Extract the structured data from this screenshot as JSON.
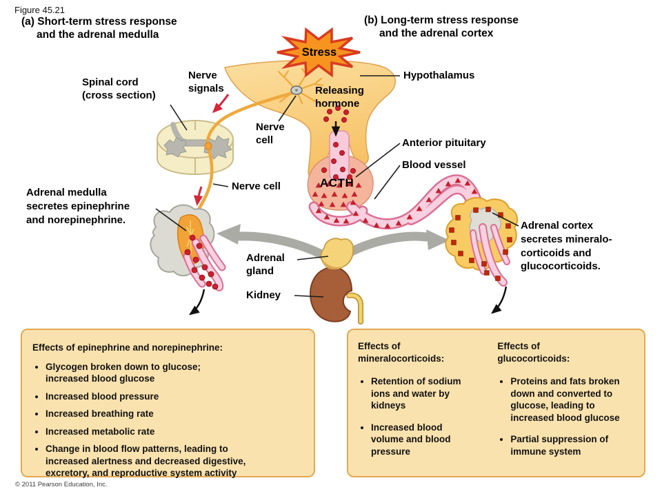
{
  "figure_label": "Figure 45.21",
  "copyright": "© 2011 Pearson Education, Inc.",
  "panel_a": {
    "line1": "(a) Short-term stress response",
    "line2": "and the adrenal medulla"
  },
  "panel_b": {
    "line1": "(b) Long-term stress response",
    "line2": "and the adrenal cortex"
  },
  "labels": {
    "stress": "Stress",
    "hypothalamus": "Hypothalamus",
    "releasing_hormone": "Releasing\nhormone",
    "nerve_signals": "Nerve\nsignals",
    "spinal_cord": "Spinal cord\n(cross section)",
    "nerve_cell_upper": "Nerve\ncell",
    "nerve_cell_lower": "Nerve cell",
    "acth": "ACTH",
    "anterior_pituitary": "Anterior pituitary",
    "blood_vessel": "Blood vessel",
    "adrenal_medulla_caption": "Adrenal medulla\nsecretes epinephrine\nand norepinephrine.",
    "adrenal_cortex_caption": "Adrenal cortex\nsecretes mineralo-\ncorticoids and\nglucocorticoids.",
    "adrenal_gland": "Adrenal\ngland",
    "kidney": "Kidney"
  },
  "effects_boxes": {
    "epinephrine": {
      "title": "Effects of epinephrine and norepinephrine:",
      "bullets": [
        "Glycogen broken down to glucose;\nincreased blood glucose",
        "Increased blood pressure",
        "Increased breathing rate",
        "Increased metabolic rate",
        "Change in blood flow patterns, leading to\nincreased alertness and decreased digestive,\nexcretory, and reproductive system activity"
      ]
    },
    "mineralocorticoids": {
      "title": "Effects of\nmineralocorticoids:",
      "bullets": [
        "Retention of sodium\nions and water by\nkidneys",
        "Increased blood\nvolume and blood\npressure"
      ]
    },
    "glucocorticoids": {
      "title": "Effects of\nglucocorticoids:",
      "bullets": [
        "Proteins and fats broken\ndown and converted to\nglucose, leading to\nincreased blood glucose",
        "Partial suppression of\nimmune system"
      ]
    }
  },
  "colors": {
    "hypothalamus_fill": "#f9cc82",
    "pituitary_fill": "#f5b59c",
    "stalk_fill": "#f8cbdb",
    "vessel_inner": "#f9d0df",
    "vessel_outer": "#db6e94",
    "hormone_red": "#cf1f2e",
    "corticoid_square_red": "#c32708",
    "star_fill": "#f6941f",
    "star_stroke": "#d93a20",
    "spinal_cord_fill": "#f5edc6",
    "gray_matter": "#b7b7af",
    "nerve_fiber": "#efa83c",
    "adrenal_cortex_yellow": "#f8cb64",
    "adrenal_gray": "#dbdbd3",
    "medulla_orange": "#f2a237",
    "kidney_brown": "#a65f38",
    "big_arrow_gray": "#ababa5",
    "box_fill": "#fae2ae",
    "box_border": "#e2a851"
  }
}
